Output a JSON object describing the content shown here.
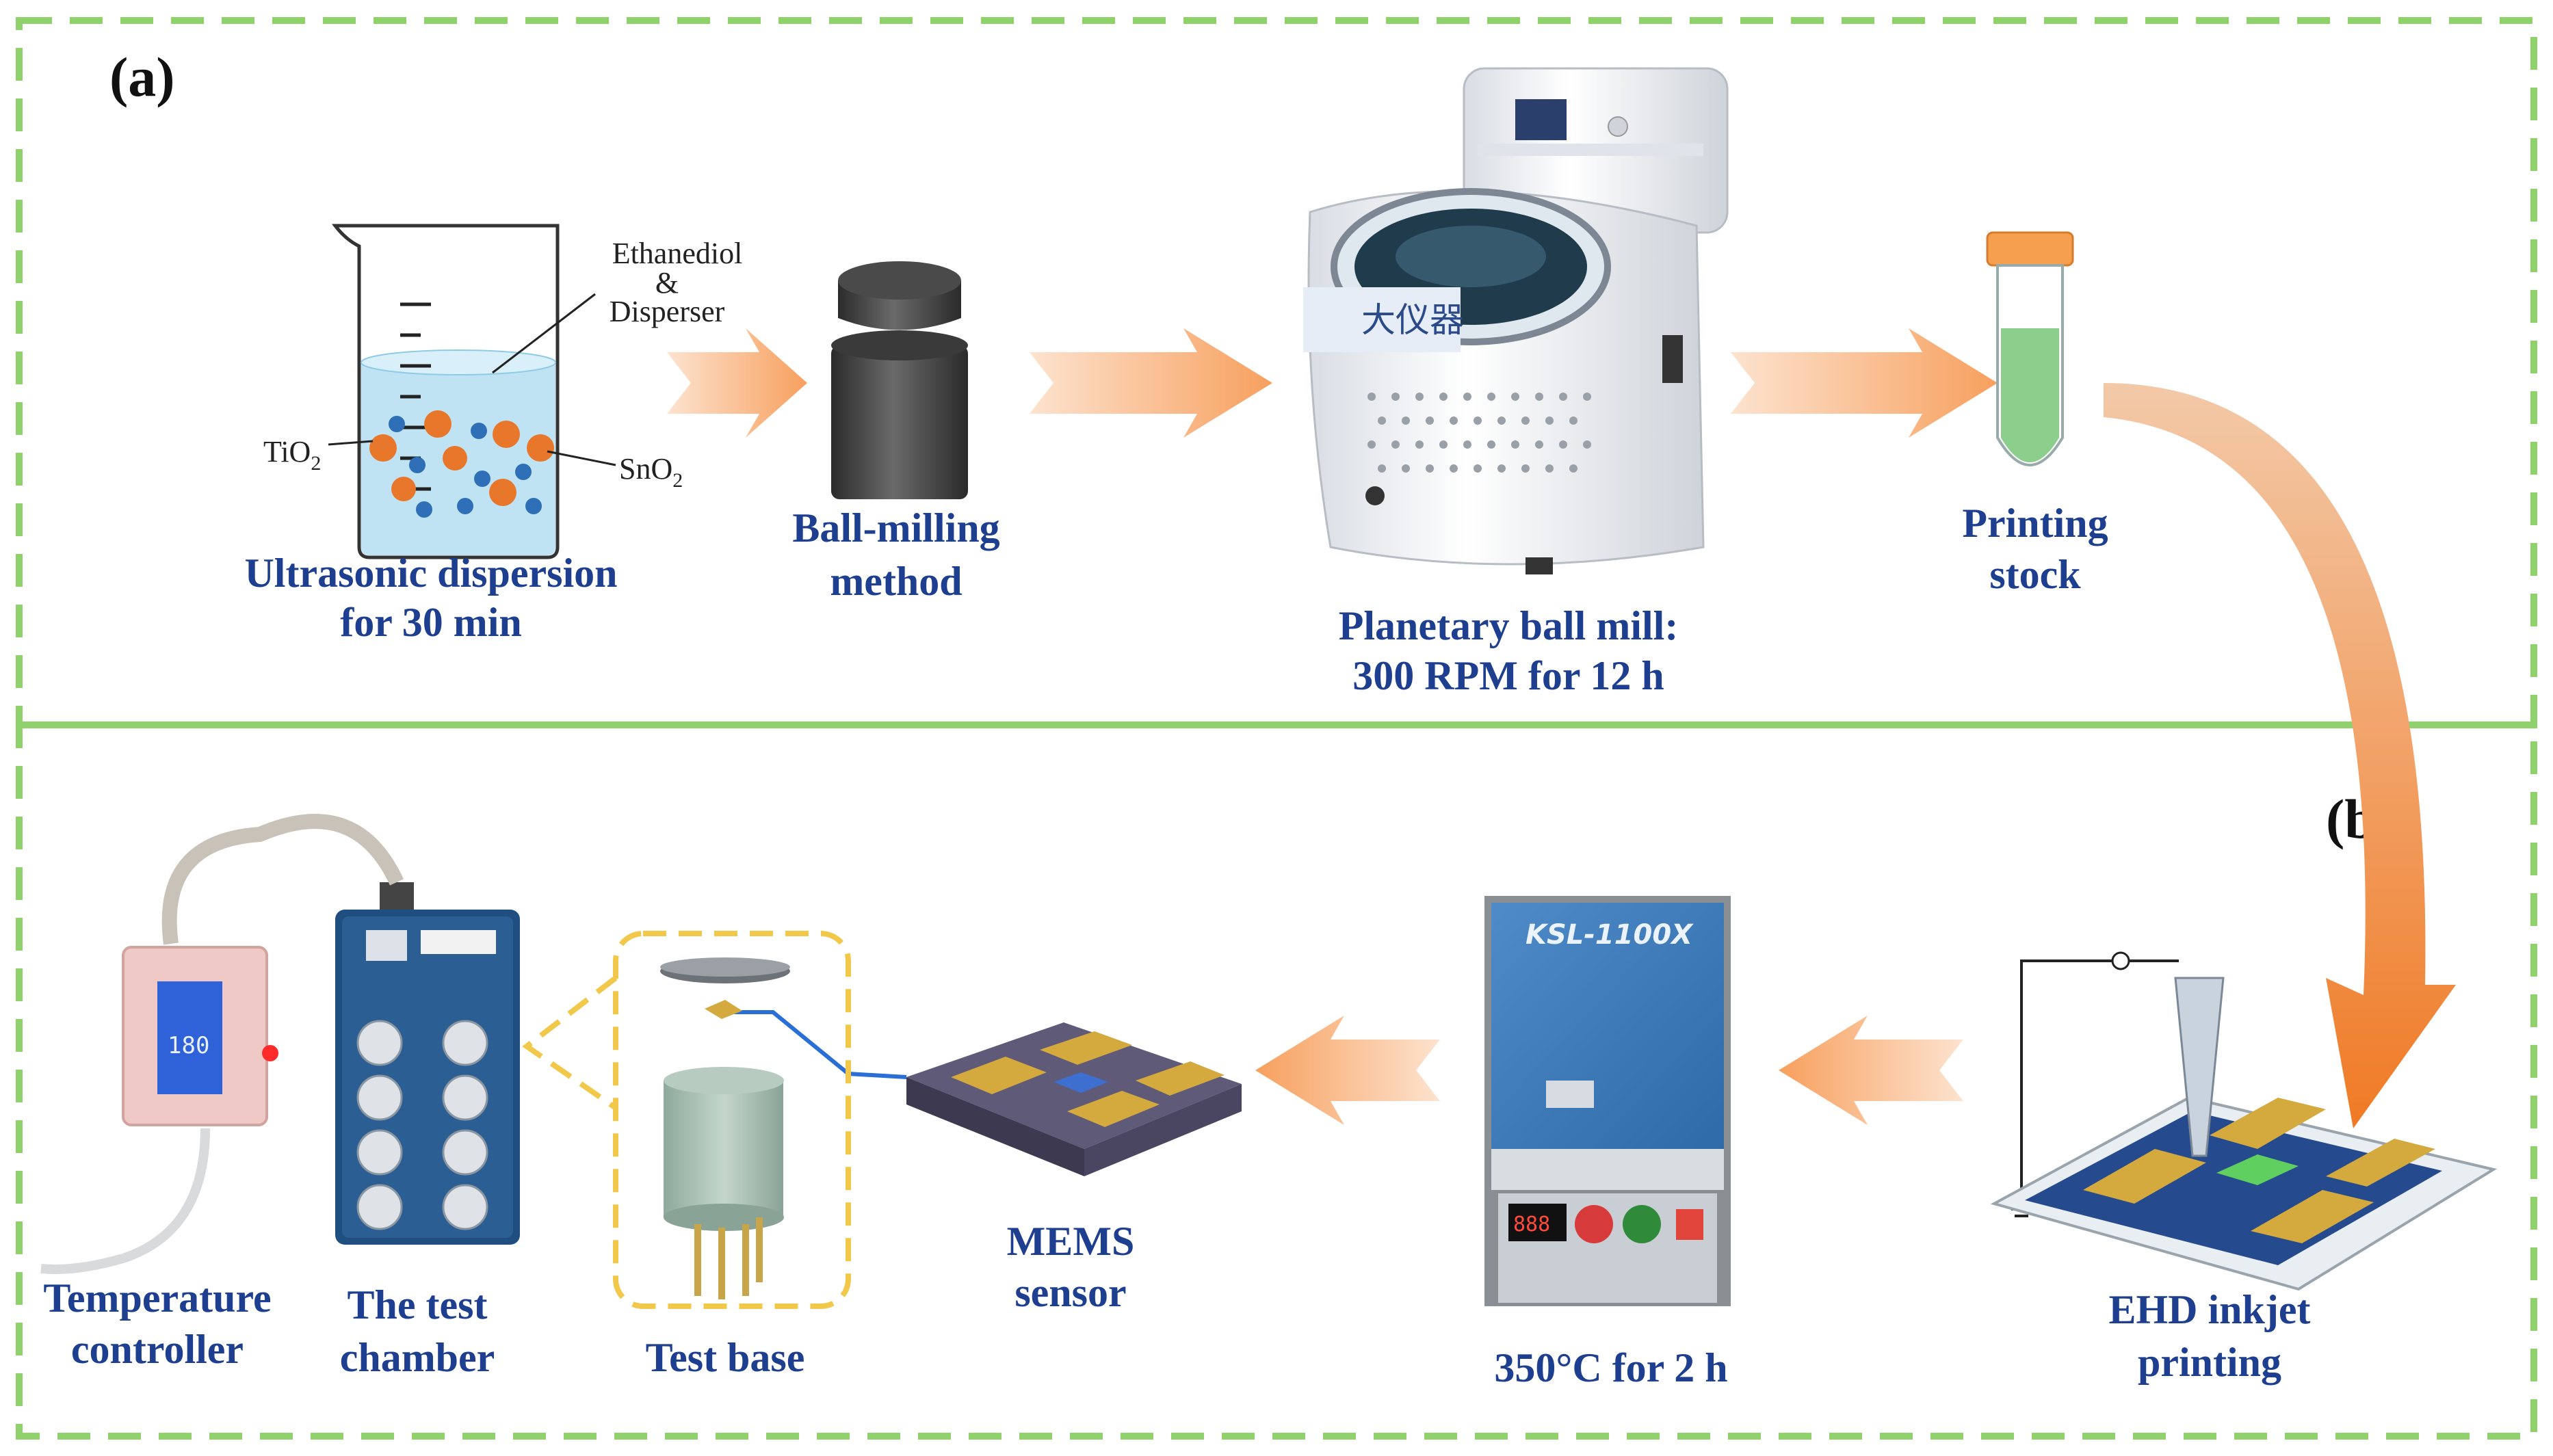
{
  "panels": {
    "a": {
      "tag": "(a)"
    },
    "b": {
      "tag": "(b)"
    }
  },
  "beaker": {
    "liquid_label_1": "Ethanediol",
    "liquid_label_2": "&",
    "liquid_label_3": "Disperser",
    "particle_left": "TiO",
    "particle_left_sub": "2",
    "particle_right": "SnO",
    "particle_right_sub": "2"
  },
  "steps_top": [
    {
      "line1": "Ultrasonic dispersion",
      "line2": "for 30 min"
    },
    {
      "line1": "Ball-milling",
      "line2": "method"
    },
    {
      "line1": "Planetary ball mill:",
      "line2": "300 RPM for 12 h"
    },
    {
      "line1": "Printing",
      "line2": "stock"
    }
  ],
  "steps_bottom": [
    {
      "line1": "EHD inkjet",
      "line2": "printing"
    },
    {
      "line1": "350°C for 2 h",
      "line2": ""
    },
    {
      "line1": "MEMS",
      "line2": "sensor"
    },
    {
      "line1": "Test base",
      "line2": ""
    },
    {
      "line1": "The test",
      "line2": "chamber"
    },
    {
      "line1": "Temperature",
      "line2": "controller"
    }
  ],
  "equipment_text": {
    "mill_brand": "大仪器",
    "furnace_model": "KSL-1100X",
    "controller_digits": "180"
  },
  "colors": {
    "border_dash": "#8fd16b",
    "label_blue": "#1e3f8f",
    "arrow_orange": "#f7a86e",
    "curve_orange": "#f08a3c"
  }
}
